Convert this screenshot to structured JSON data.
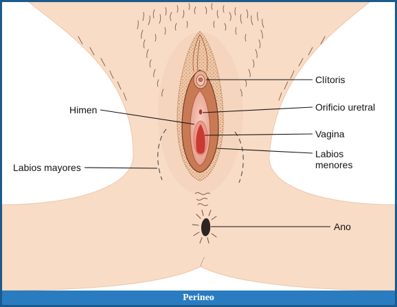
{
  "caption": {
    "title": "Perineo"
  },
  "labels": {
    "clitoris": "Clítoris",
    "urethral_opening": "Orificio uretral",
    "vagina": "Vagina",
    "labia_minora": [
      "Labios",
      "menores"
    ],
    "hymen": "Himen",
    "labia_majora": "Labios mayores",
    "anus": "Ano"
  },
  "colors": {
    "frame": "#1b5a8c",
    "caption_bar": "#2a7cc0",
    "caption_text": "#ffffff",
    "skin": "#f8dcc6",
    "label_text": "#111111"
  }
}
